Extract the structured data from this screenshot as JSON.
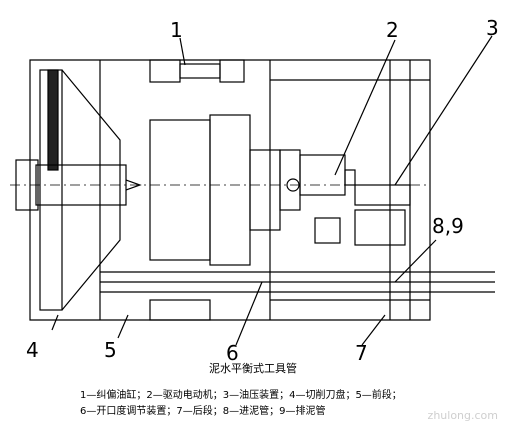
{
  "callouts": [
    "1",
    "2",
    "3",
    "4",
    "5",
    "6",
    "7",
    "8,9"
  ],
  "title": "泥水平衡式工具管",
  "legend": [
    "1—纠偏油缸；2—驱动电动机；3—油压装置；4—切削刀盘；5—前段；",
    "6—开口度调节装置；7—后段；8—进泥管；9—排泥管"
  ],
  "watermark": "zhulong.com"
}
